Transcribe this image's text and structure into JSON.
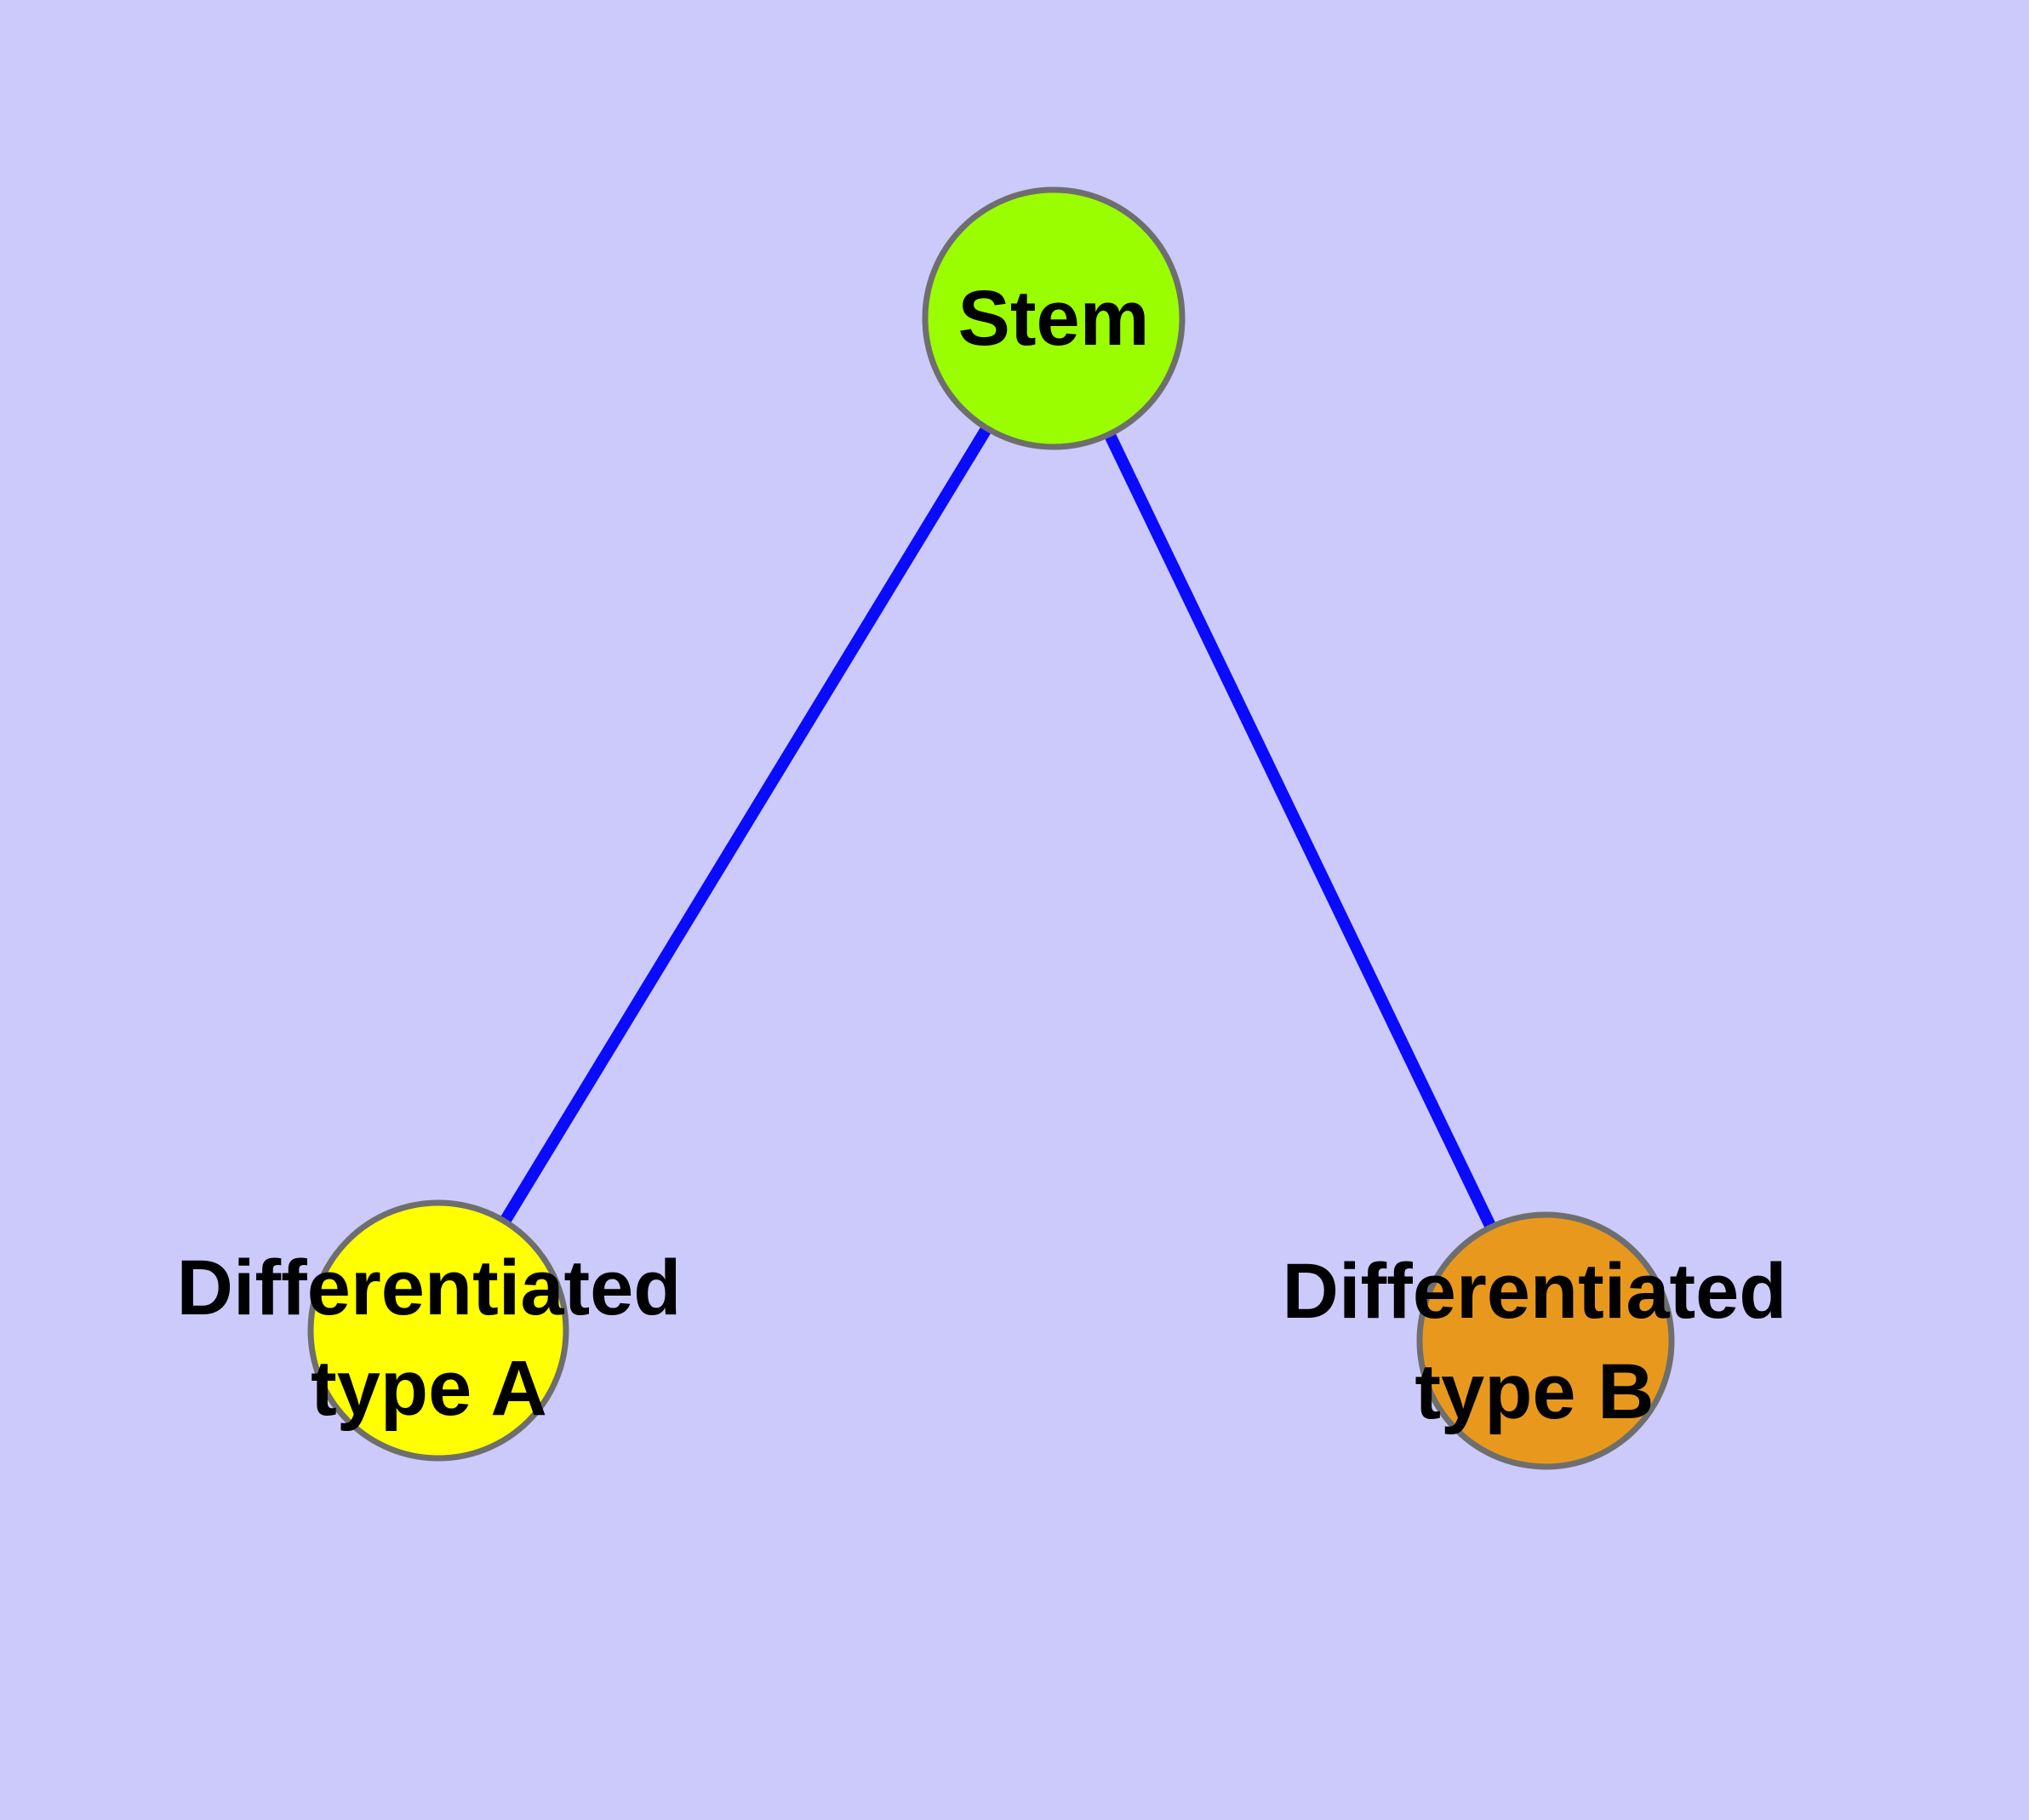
{
  "diagram": {
    "background_color": "#CBCAFB",
    "edge_color": "#0A0AFF",
    "node_border_color": "#6E6E6E",
    "label_color": "#000000",
    "nodes": {
      "stem": {
        "label": "Stem",
        "color": "#9BFE00"
      },
      "type_a": {
        "label_line1": "Differentiated",
        "label_line2": "type A",
        "color": "#FFFF00"
      },
      "type_b": {
        "label_line1": "Differentiated",
        "label_line2": "type B",
        "color": "#E8991D"
      }
    },
    "edges": [
      {
        "from": "Stem",
        "to": "Differentiated type A"
      },
      {
        "from": "Stem",
        "to": "Differentiated type B"
      }
    ]
  }
}
